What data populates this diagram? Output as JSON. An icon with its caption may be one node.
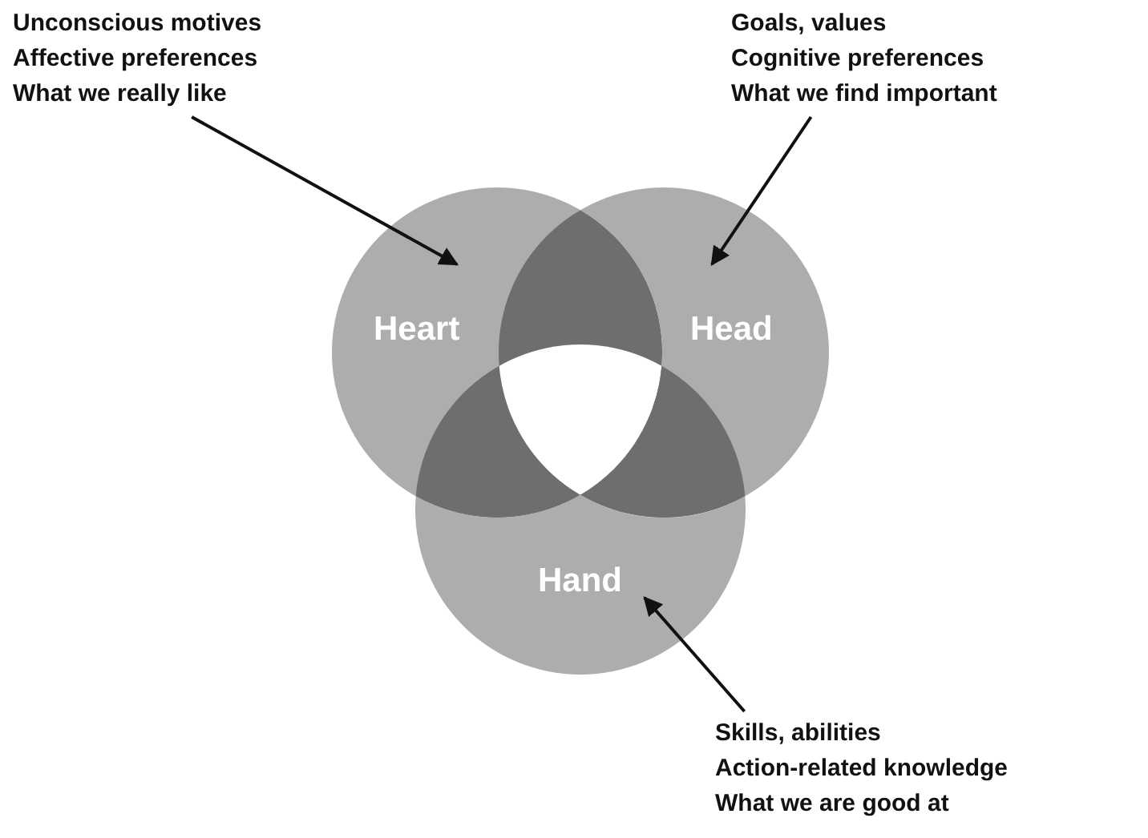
{
  "diagram": {
    "nodes": [
      {
        "text": [
          "Heart"
        ]
      },
      {
        "text": [
          "Head"
        ]
      },
      {
        "text": [
          "Hand"
        ]
      },
      {
        "text": [
          "Unconscious motives",
          "Affective preferences",
          "What we really like"
        ]
      },
      {
        "text": [
          "Goals, values",
          "Cognitive preferences",
          "What we find important"
        ]
      },
      {
        "text": [
          "Skills, abilities",
          "Action-related knowledge",
          "What we are good at"
        ]
      }
    ],
    "edges": [
      {
        "from": 3,
        "to": 0,
        "arrow": "to"
      },
      {
        "from": 4,
        "to": 1,
        "arrow": "to"
      },
      {
        "from": 5,
        "to": 2,
        "arrow": "to"
      }
    ]
  }
}
